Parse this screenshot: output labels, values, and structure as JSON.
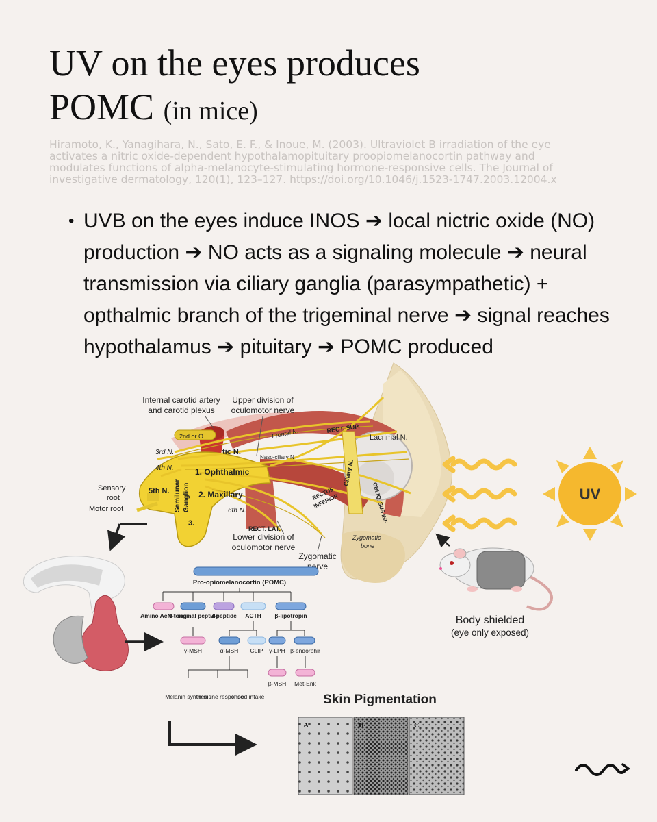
{
  "slide": {
    "title_main": "UV on the eyes produces",
    "title_second": "POMC",
    "title_qualifier": "(in mice)",
    "citation": "Hiramoto, K., Yanagihara, N., Sato, E. F., & Inoue, M. (2003). Ultraviolet B irradiation of the eye activates a nitric oxide-dependent hypothalamopituitary proopiomelanocortin pathway and modulates functions of alpha-melanocyte-stimulating hormone-responsive cells. The Journal of investigative dermatology, 120(1), 123–127. https://doi.org/10.1046/j.1523-1747.2003.12004.x",
    "bullet": "UVB on the eyes induce INOS ➔ local nictric oxide (NO) production ➔ NO acts as a signaling molecule ➔  neural transmission via ciliary ganglia (parasympathetic) + opthalmic branch of the trigeminal nerve ➔  signal reaches hypothalamus ➔  pituitary ➔  POMC produced"
  },
  "anatomy": {
    "internal_carotid": [
      "Internal carotid artery",
      "and carotid plexus"
    ],
    "upper_division": [
      "Upper division of",
      "oculomotor nerve"
    ],
    "second_n": "2nd or O",
    "third_n": "3rd N.",
    "fourth_n": "4th N.",
    "fifth_n": "5th N.",
    "sixth_n": "6th N.",
    "sensory_root": [
      "Sensory",
      "root"
    ],
    "motor_root": "Motor root",
    "semilunar_ganglion": [
      "Semilunar",
      "Ganglion"
    ],
    "ophthalmic": "1. Ophthalmic",
    "maxillary": "2. Maxillary",
    "mandibular": "3.",
    "optic_n": "tic N.",
    "frontal_n": "Frontal N.",
    "naso_ciliary": "Naso-ciliary N",
    "rect_sup": "RECT. SUP.",
    "lacrimal_n": "Lacrimal N.",
    "ciliary_n": "Ciliary N.",
    "rectus_inferior": [
      "RECTUS",
      "INFERIOR"
    ],
    "obliq_inf": "OBLIQ. SUS INF",
    "rect_lat": "RECT. LAT.",
    "lower_division": [
      "Lower division of",
      "oculomotor nerve"
    ],
    "zygomatic_nerve": [
      "Zygomatic",
      "nerve"
    ],
    "zygomatic_bone": [
      "Zygomatic",
      "bone"
    ]
  },
  "uv": {
    "sun_label": "UV",
    "sun_color": "#f5b82e",
    "wave_color": "#f6c445"
  },
  "mouse": {
    "caption": "Body shielded",
    "subcaption": "(eye only exposed)"
  },
  "pomc": {
    "header": "Pro-opiomelanocortin (POMC)",
    "level1": [
      "Amino Acid Frag",
      "N-terminal peptide",
      "J-peptide",
      "ACTH",
      "β-lipotropin"
    ],
    "level2": [
      "γ-MSH",
      "α-MSH",
      "CLIP",
      "γ-LPH",
      "β-endorphir"
    ],
    "level3": [
      "β-MSH",
      "Met-Enk"
    ],
    "outcomes": [
      "Melanin synthesis",
      "Immune response",
      "↓Food intake"
    ]
  },
  "skin": {
    "title": "Skin Pigmentation",
    "panels": [
      "A",
      "B",
      "C"
    ]
  }
}
